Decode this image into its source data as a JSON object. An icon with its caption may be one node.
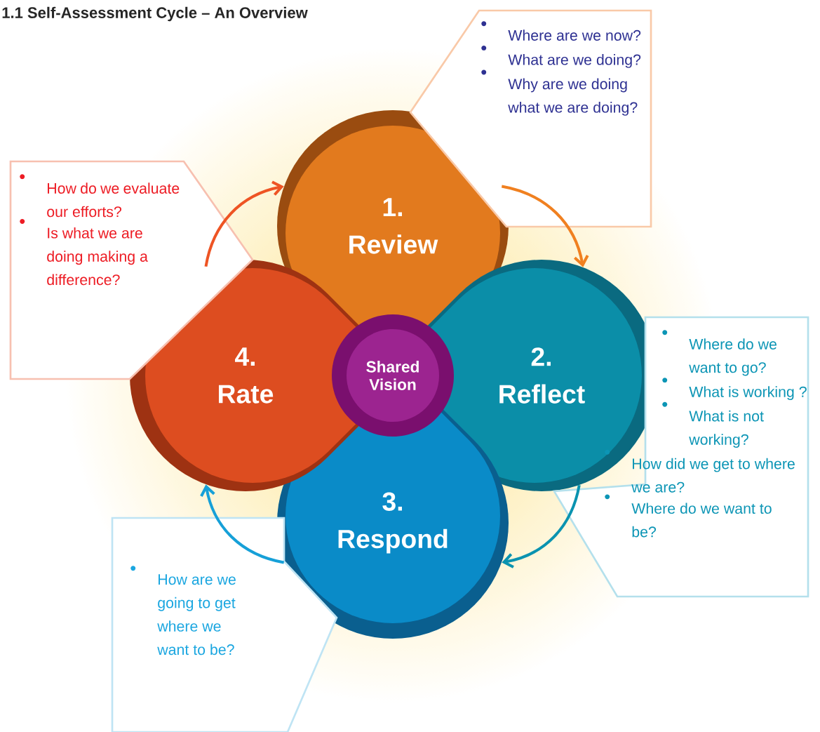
{
  "diagram": {
    "title": "1.1 Self-Assessment Cycle – An Overview",
    "nodes": [
      {
        "text": [
          "1.",
          "Review"
        ]
      },
      {
        "text": [
          "2.",
          "Reflect"
        ]
      },
      {
        "text": [
          "3.",
          "Respond"
        ]
      },
      {
        "text": [
          "4.",
          "Rate"
        ]
      },
      {
        "text": [
          "Shared Vision"
        ]
      },
      {
        "text": [
          "Where are we now?",
          "What are we doing?",
          "Why are we doing what we are doing?"
        ]
      },
      {
        "text": [
          "Where do we want to go?",
          "What is working ?",
          "What is not working?",
          "How did we get to where we are?",
          "Where do we want to be?"
        ]
      },
      {
        "text": [
          "How are we going to get where we want to be?"
        ]
      },
      {
        "text": [
          "How do we evaluate our efforts?",
          "Is what we are doing making a difference?"
        ]
      }
    ],
    "edges": [
      {
        "from": 3,
        "to": 0,
        "arrow": "to",
        "color": "#ee5424"
      },
      {
        "from": 0,
        "to": 1,
        "arrow": "to",
        "color": "#f08020"
      },
      {
        "from": 1,
        "to": 2,
        "arrow": "to",
        "color": "#0a93b0"
      },
      {
        "from": 2,
        "to": 3,
        "arrow": "to",
        "color": "#16a0d8"
      }
    ]
  }
}
